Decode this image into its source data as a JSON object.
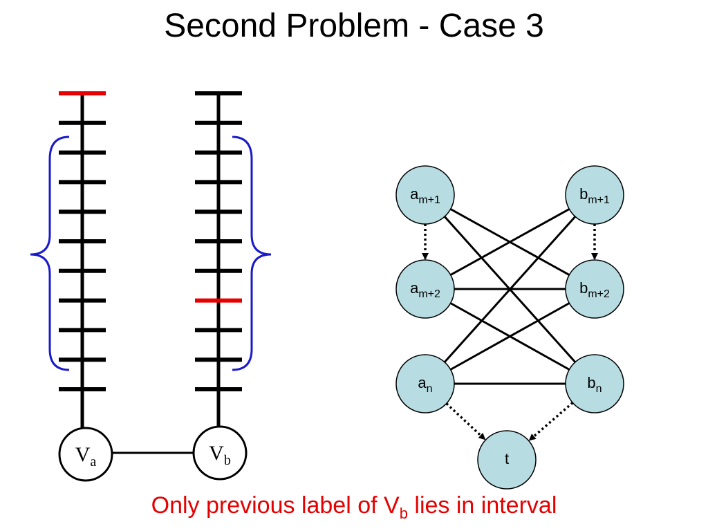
{
  "title": "Second Problem - Case 3",
  "caption": {
    "before": "Only previous label of V",
    "sub": "b",
    "after": " lies in interval"
  },
  "colors": {
    "highlight": "#e60000",
    "brace": "#1a1acc",
    "node_fill": "#b7dde3",
    "stroke": "#000000"
  },
  "left_chain": {
    "vertex": {
      "main": "V",
      "sub": "a"
    },
    "tick_count": 11,
    "highlight_tick": 0,
    "brace_side": "left"
  },
  "right_chain": {
    "vertex": {
      "main": "V",
      "sub": "b"
    },
    "tick_count": 11,
    "highlight_tick": 7,
    "brace_side": "right"
  },
  "graph": {
    "nodes": {
      "am1": {
        "main": "a",
        "sub": "m+1"
      },
      "am2": {
        "main": "a",
        "sub": "m+2"
      },
      "an": {
        "main": "a",
        "sub": "n"
      },
      "bm1": {
        "main": "b",
        "sub": "m+1"
      },
      "bm2": {
        "main": "b",
        "sub": "m+2"
      },
      "bn": {
        "main": "b",
        "sub": "n"
      },
      "t": {
        "main": "t",
        "sub": ""
      }
    },
    "edges": [
      [
        "am1",
        "bm2"
      ],
      [
        "am1",
        "bn"
      ],
      [
        "am2",
        "bm1"
      ],
      [
        "am2",
        "bm2"
      ],
      [
        "am2",
        "bn"
      ],
      [
        "an",
        "bm1"
      ],
      [
        "an",
        "bm2"
      ],
      [
        "an",
        "bn"
      ]
    ],
    "dotted_arrows": [
      [
        "am1",
        "am2"
      ],
      [
        "bm1",
        "bm2"
      ],
      [
        "an",
        "t"
      ],
      [
        "bn",
        "t"
      ]
    ]
  }
}
